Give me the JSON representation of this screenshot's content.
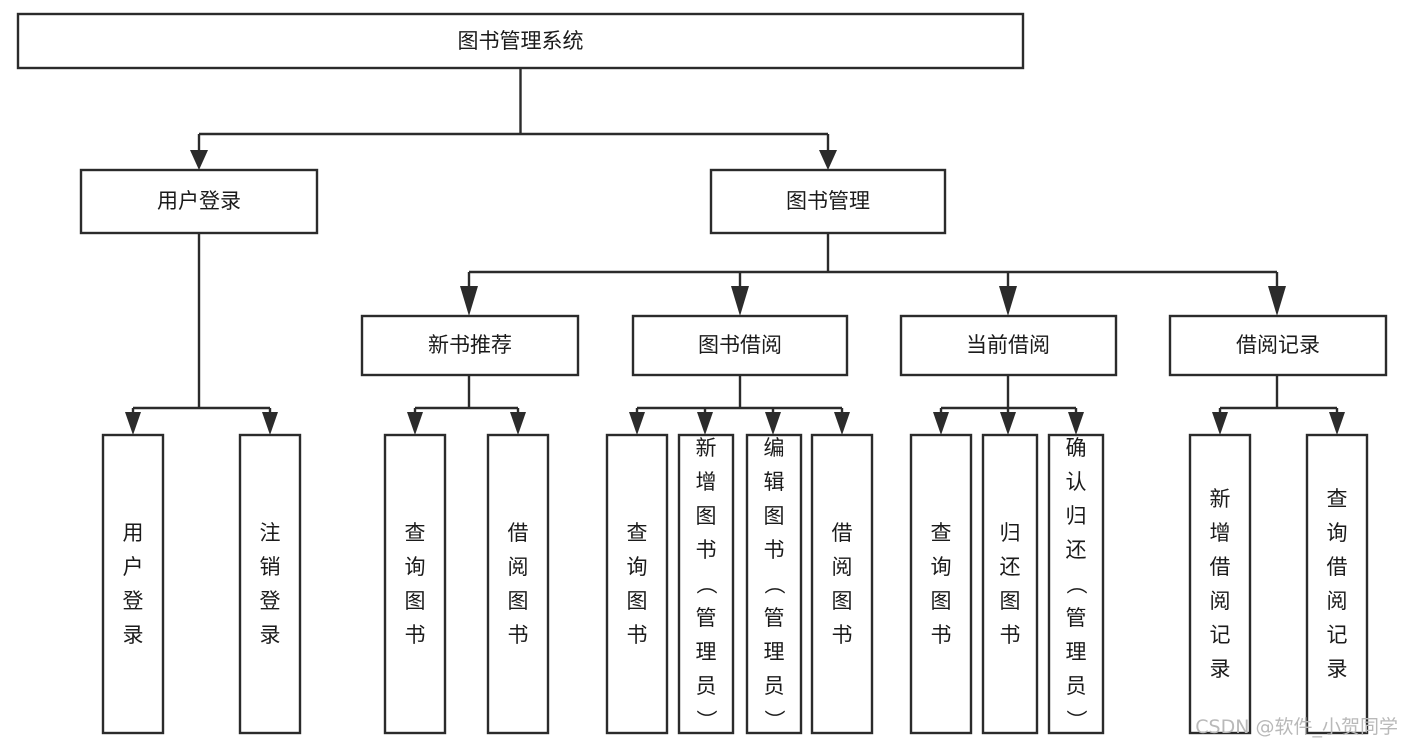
{
  "diagram": {
    "type": "hierarchy-tree",
    "title": "图书管理系统",
    "root": {
      "id": "root",
      "label": "图书管理系统",
      "orientation": "horizontal"
    },
    "level2": [
      {
        "id": "user-login",
        "label": "用户登录",
        "orientation": "horizontal"
      },
      {
        "id": "book-management",
        "label": "图书管理",
        "orientation": "horizontal"
      }
    ],
    "level3": [
      {
        "id": "new-book-recommend",
        "label": "新书推荐",
        "orientation": "horizontal",
        "parent": "book-management"
      },
      {
        "id": "book-borrow",
        "label": "图书借阅",
        "orientation": "horizontal",
        "parent": "book-management"
      },
      {
        "id": "current-borrow",
        "label": "当前借阅",
        "orientation": "horizontal",
        "parent": "book-management"
      },
      {
        "id": "borrow-record",
        "label": "借阅记录",
        "orientation": "horizontal",
        "parent": "book-management"
      }
    ],
    "leaves": [
      {
        "id": "leaf-user-login",
        "label": "用户登录",
        "orientation": "vertical",
        "parent": "user-login"
      },
      {
        "id": "leaf-user-logout",
        "label": "注销登录",
        "orientation": "vertical",
        "parent": "user-login"
      },
      {
        "id": "leaf-query-book-1",
        "label": "查询图书",
        "orientation": "vertical",
        "parent": "new-book-recommend"
      },
      {
        "id": "leaf-borrow-book-1",
        "label": "借阅图书",
        "orientation": "vertical",
        "parent": "new-book-recommend"
      },
      {
        "id": "leaf-query-book-2",
        "label": "查询图书",
        "orientation": "vertical",
        "parent": "book-borrow"
      },
      {
        "id": "leaf-add-book",
        "label": "新增图书（管理员）",
        "orientation": "vertical",
        "parent": "book-borrow"
      },
      {
        "id": "leaf-edit-book",
        "label": "编辑图书（管理员）",
        "orientation": "vertical",
        "parent": "book-borrow"
      },
      {
        "id": "leaf-borrow-book-2",
        "label": "借阅图书",
        "orientation": "vertical",
        "parent": "book-borrow"
      },
      {
        "id": "leaf-query-book-3",
        "label": "查询图书",
        "orientation": "vertical",
        "parent": "current-borrow"
      },
      {
        "id": "leaf-return-book",
        "label": "归还图书",
        "orientation": "vertical",
        "parent": "current-borrow"
      },
      {
        "id": "leaf-confirm-return",
        "label": "确认归还（管理员）",
        "orientation": "vertical",
        "parent": "current-borrow"
      },
      {
        "id": "leaf-add-record",
        "label": "新增借阅记录",
        "orientation": "vertical",
        "parent": "borrow-record"
      },
      {
        "id": "leaf-query-record",
        "label": "查询借阅记录",
        "orientation": "vertical",
        "parent": "borrow-record"
      }
    ],
    "colors": {
      "stroke": "#2b2b2b",
      "fill": "#ffffff",
      "text": "#1b1b1b",
      "background": "#ffffff",
      "watermark": "#b9b9b9"
    }
  },
  "watermark": {
    "text": "CSDN @软件_小贺同学"
  }
}
